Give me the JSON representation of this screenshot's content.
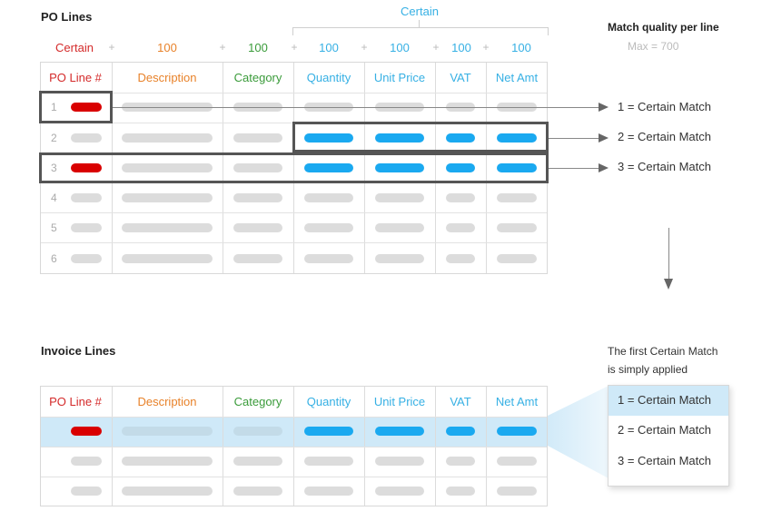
{
  "po_section": {
    "title": "PO Lines",
    "certain_group_label": "Certain",
    "sum_row": [
      "Certain",
      "+",
      "100",
      "+",
      "100",
      "+",
      "100",
      "+",
      "100",
      "+",
      "100",
      "+",
      "100"
    ],
    "headers": [
      "PO Line #",
      "Description",
      "Category",
      "Quantity",
      "Unit Price",
      "VAT",
      "Net Amt"
    ],
    "row_numbers": [
      "1",
      "2",
      "3",
      "4",
      "5",
      "6"
    ]
  },
  "match_quality": {
    "title": "Match quality per line",
    "max_label": "Max = 700",
    "results": [
      "1 = Certain Match",
      "2 = Certain Match",
      "3 = Certain Match"
    ]
  },
  "invoice_section": {
    "title": "Invoice Lines",
    "headers": [
      "PO Line #",
      "Description",
      "Category",
      "Quantity",
      "Unit Price",
      "VAT",
      "Net Amt"
    ]
  },
  "note": {
    "line1": "The first Certain Match",
    "line2": "is simply applied"
  },
  "dropdown": {
    "options": [
      "1 = Certain Match",
      "2 = Certain Match",
      "3 = Certain Match"
    ],
    "selected_index": 0
  },
  "colors": {
    "po_line": "#d42a2a",
    "description": "#e8822a",
    "category": "#3a9b3a",
    "quantity": "#36b0e4",
    "unit_price": "#36b0e4",
    "vat": "#36b0e4",
    "net_amt": "#36b0e4",
    "highlight_row": "#cfe9f8",
    "bar_red": "#d90000",
    "bar_blue": "#1aa9f0"
  }
}
